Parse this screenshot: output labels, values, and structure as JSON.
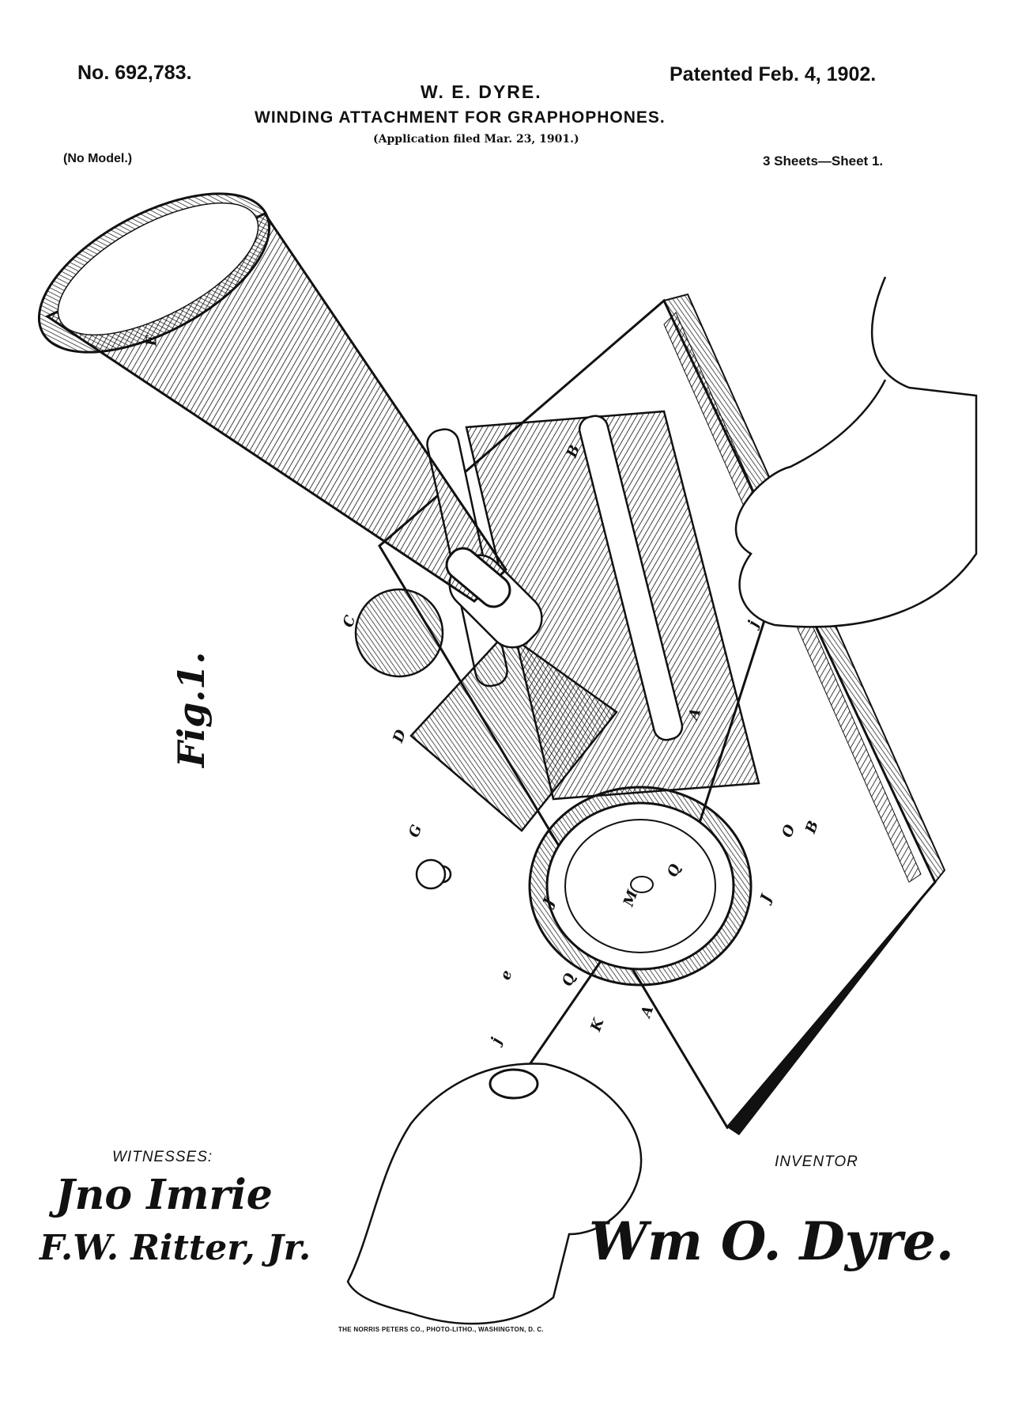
{
  "header": {
    "patent_number": "No. 692,783.",
    "patent_date": "Patented Feb. 4, 1902.",
    "inventor_name": "W. E. DYRE.",
    "title": "WINDING ATTACHMENT FOR GRAPHOPHONES.",
    "application_filed": "(Application filed Mar. 23, 1901.)",
    "model_note": "(No Model.)",
    "sheet_info": "3 Sheets—Sheet 1."
  },
  "figure": {
    "label": "Fig.1.",
    "part_labels": [
      "E",
      "B",
      "C",
      "D",
      "G",
      "J",
      "O",
      "B",
      "Q",
      "M",
      "J",
      "e",
      "Q",
      "K",
      "A",
      "j",
      "j",
      "A"
    ]
  },
  "witnesses": {
    "label": "WITNESSES:",
    "signatures": [
      "Jno Imrie",
      "F.W. Ritter, Jr."
    ]
  },
  "inventor": {
    "label": "INVENTOR",
    "signature": "Wm O. Dyre."
  },
  "footer": "THE NORRIS PETERS CO., PHOTO-LITHO., WASHINGTON, D. C."
}
